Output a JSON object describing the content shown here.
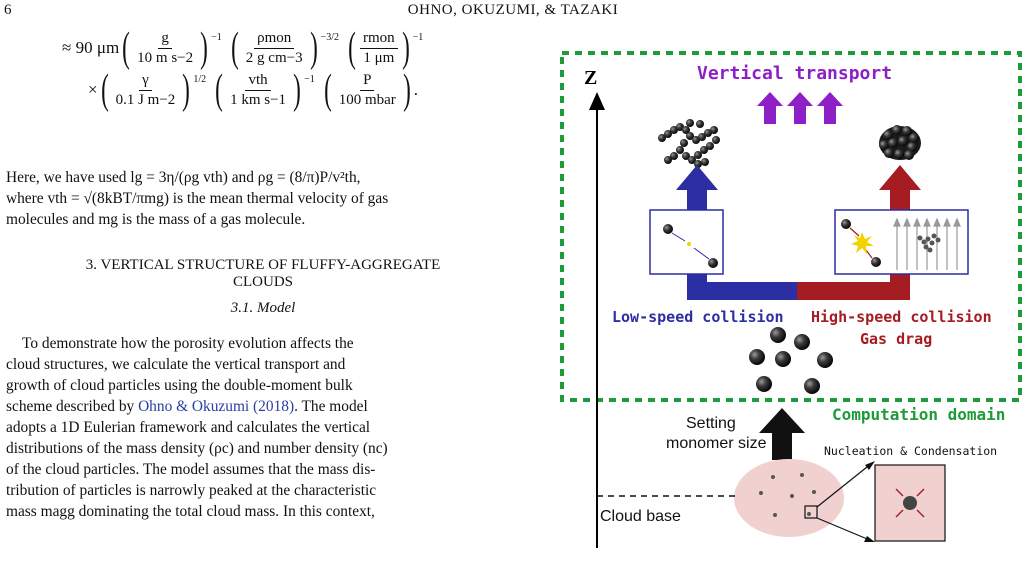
{
  "header": {
    "page_number": "6",
    "running_head": "OHNO, OKUZUMI, & TAZAKI"
  },
  "equation": {
    "line1": {
      "prefix": "≈ 90 μm",
      "f1_num": "g",
      "f1_den": "10 m s−2",
      "f1_exp": "−1",
      "f2_num": "ρmon",
      "f2_den": "2 g cm−3",
      "f2_exp": "−3/2",
      "f3_num": "rmon",
      "f3_den": "1 μm",
      "f3_exp": "−1"
    },
    "line2": {
      "prefix": "×",
      "f1_num": "γ",
      "f1_den": "0.1 J m−2",
      "f1_exp": "1/2",
      "f2_num": "vth",
      "f2_den": "1 km s−1",
      "f2_exp": "−1",
      "f3_num": "P",
      "f3_den": "100 mbar",
      "f3_suffix": "."
    }
  },
  "para1": [
    "Here, we have used lg = 3η/(ρg vth) and ρg = (8/π)P/v²th,",
    "where vth = √(8kBT/πmg) is the mean thermal velocity of gas",
    "molecules and mg is the mass of a gas molecule."
  ],
  "section": {
    "line1": "3. VERTICAL STRUCTURE OF FLUFFY-AGGREGATE",
    "line2": "CLOUDS"
  },
  "subsection": "3.1. Model",
  "para2": {
    "l1": "To demonstrate how the porosity evolution affects the",
    "l2": "cloud structures, we calculate the vertical transport and",
    "l3": "growth of cloud particles using the double-moment bulk",
    "l4_pre": "scheme described by ",
    "l4_cite": "Ohno & Okuzumi (2018)",
    "l4_post": ". The model",
    "l5": "adopts a 1D Eulerian framework and calculates the vertical",
    "l6": "distributions of the mass density (ρc) and number density (nc)",
    "l7": "of the cloud particles. The model assumes that the mass dis-",
    "l8": "tribution of particles is narrowly peaked at the characteristic",
    "l9": "mass magg dominating the total cloud mass. In this context,"
  },
  "figure": {
    "z_label": "Z",
    "vertical_transport": "Vertical transport",
    "low_speed": "Low-speed collision",
    "high_speed": "High-speed collision",
    "gas_drag": "Gas drag",
    "computation_domain": "Computation domain",
    "setting": "Setting",
    "monomer_size": "monomer size",
    "nucleation": "Nucleation & Condensation",
    "cloud_base": "Cloud base",
    "colors": {
      "border": "#1f9b3a",
      "purple": "#8e1fc7",
      "blue": "#2c2ea3",
      "red": "#a51c22",
      "green_text": "#1f9b3a",
      "cloud": "#f1d0d0"
    }
  }
}
